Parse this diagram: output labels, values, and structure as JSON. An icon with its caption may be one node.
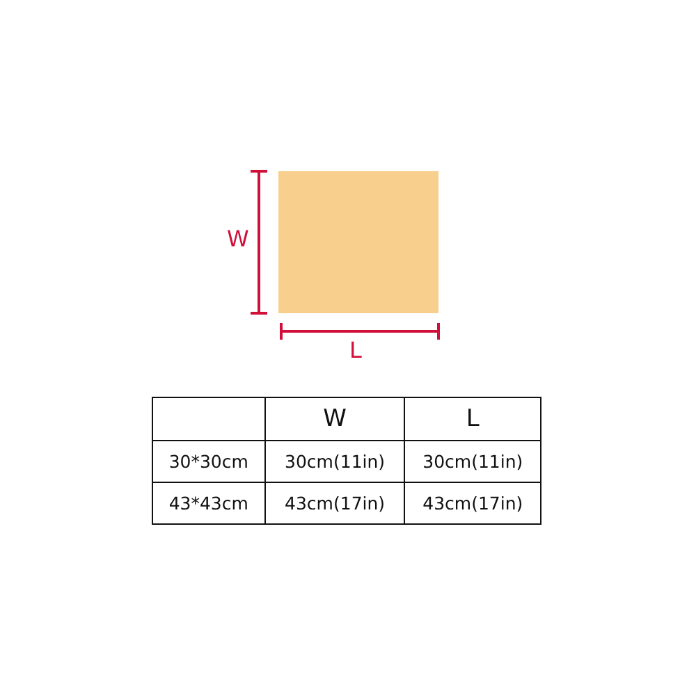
{
  "diagram": {
    "labels": [
      "W",
      "L",
      "W",
      "L",
      "30*30cm",
      "30cm(11in)",
      "30cm(11in)",
      "43*43cm",
      "43cm(17in)",
      "43cm(17in)"
    ]
  }
}
